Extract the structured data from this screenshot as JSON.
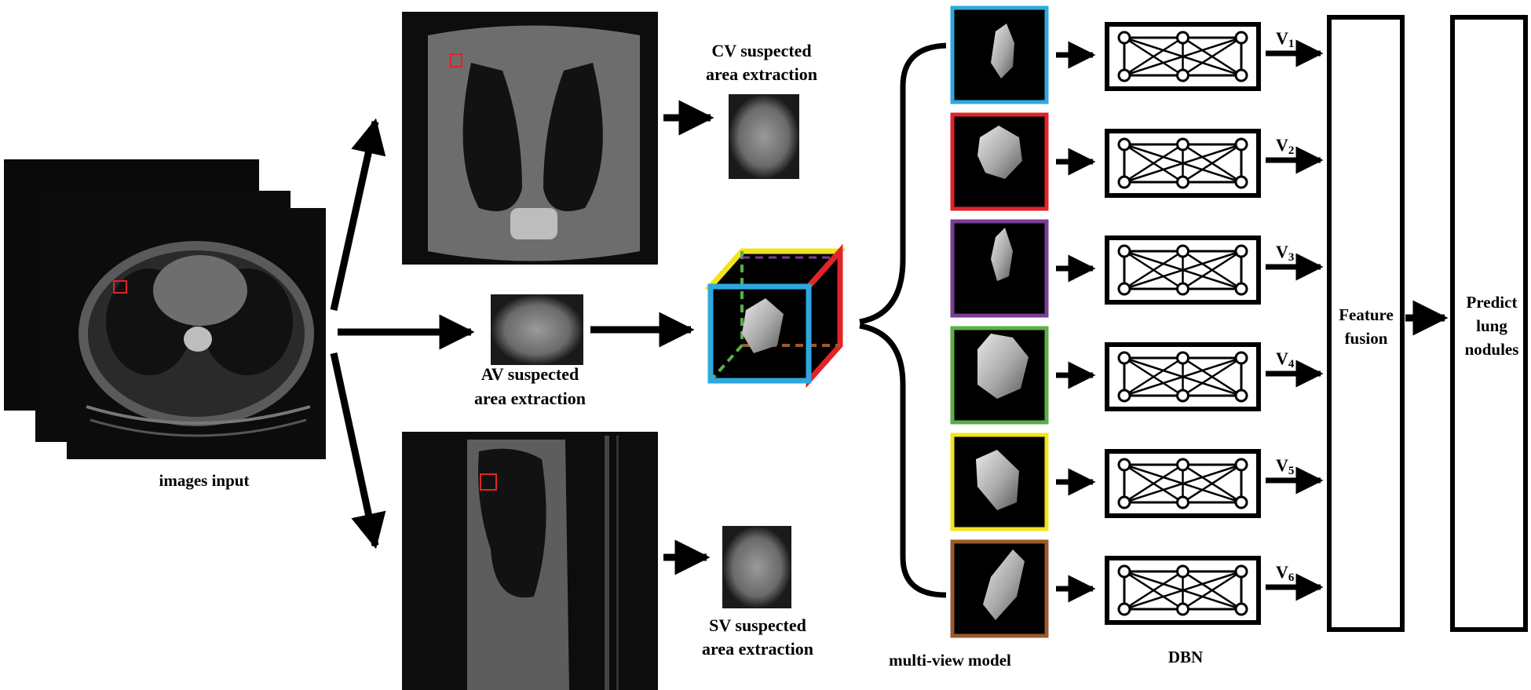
{
  "labels": {
    "images_input": "images input",
    "cv_line1": "CV suspected",
    "cv_line2": "area extraction",
    "av_line1": "AV suspected",
    "av_line2": "area extraction",
    "sv_line1": "SV suspected",
    "sv_line2": "area extraction",
    "multi_view_model": "multi-view model",
    "dbn": "DBN",
    "feature_line1": "Feature",
    "feature_line2": "fusion",
    "predict_line1": "Predict",
    "predict_line2": "lung",
    "predict_line3": "nodules"
  },
  "view_outputs": [
    {
      "letter": "V",
      "sub": "1"
    },
    {
      "letter": "V",
      "sub": "2"
    },
    {
      "letter": "V",
      "sub": "3"
    },
    {
      "letter": "V",
      "sub": "4"
    },
    {
      "letter": "V",
      "sub": "5"
    },
    {
      "letter": "V",
      "sub": "6"
    }
  ],
  "view_border_colors": [
    "#2ea8de",
    "#e2232a",
    "#7a3d96",
    "#5aae46",
    "#f2e41c",
    "#9b5a2a"
  ],
  "colors": {
    "arrow": "#000000",
    "scan_bg": "#0a0a0a",
    "tissue": "#7d7d7d",
    "highlight_box": "#e2232a"
  }
}
